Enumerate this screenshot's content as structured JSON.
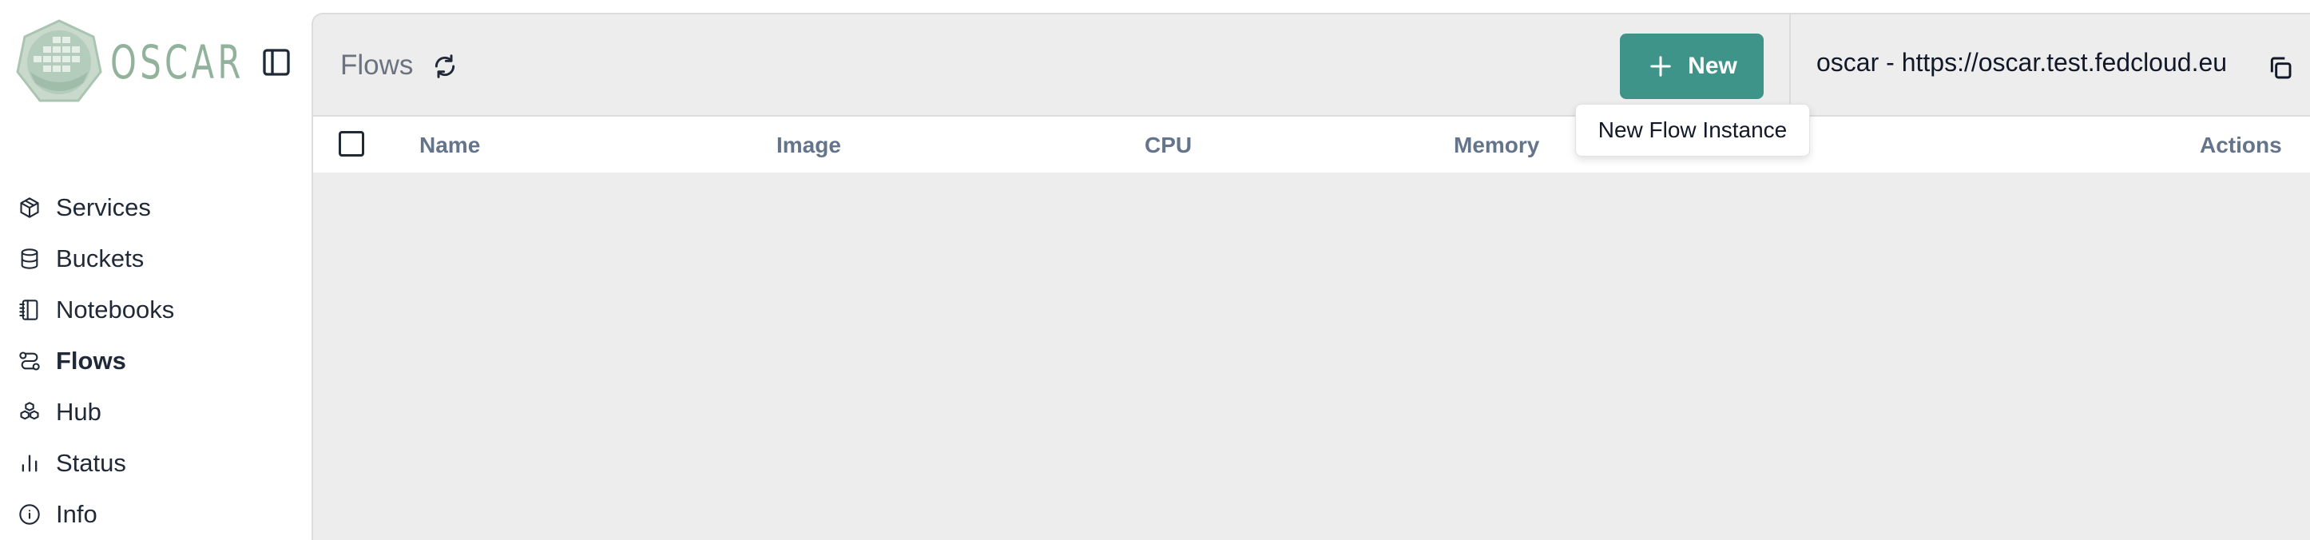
{
  "brand": {
    "name": "OSCAR"
  },
  "nav": {
    "items": [
      {
        "label": "Services",
        "icon": "cube-icon",
        "active": false
      },
      {
        "label": "Buckets",
        "icon": "database-icon",
        "active": false
      },
      {
        "label": "Notebooks",
        "icon": "notebook-icon",
        "active": false
      },
      {
        "label": "Flows",
        "icon": "flow-icon",
        "active": true
      },
      {
        "label": "Hub",
        "icon": "boxes-icon",
        "active": false
      },
      {
        "label": "Status",
        "icon": "bar-chart-icon",
        "active": false
      },
      {
        "label": "Info",
        "icon": "info-icon",
        "active": false
      }
    ]
  },
  "header": {
    "title": "Flows",
    "new_button_label": "New",
    "new_tooltip": "New Flow Instance",
    "cluster_label": "oscar - https://oscar.test.fedcloud.eu"
  },
  "table": {
    "columns": [
      "Name",
      "Image",
      "CPU",
      "Memory",
      "Actions"
    ],
    "rows": []
  },
  "colors": {
    "accent": "#3e9488",
    "logo": "#93b29c",
    "panel_bg": "#ededed",
    "header_text": "#64748b"
  }
}
